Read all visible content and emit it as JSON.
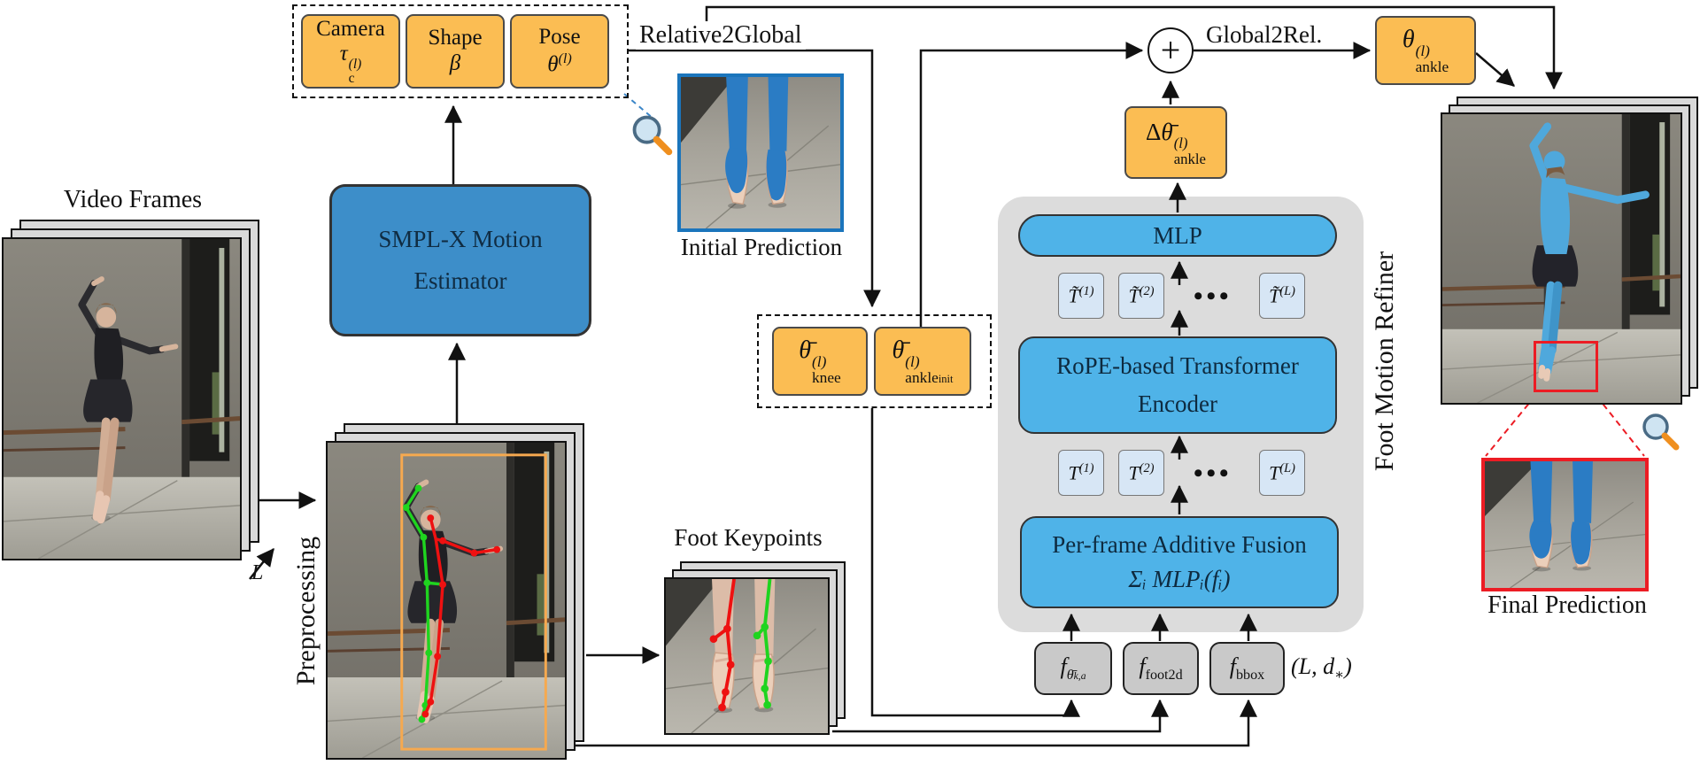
{
  "labels": {
    "video_frames": "Video Frames",
    "preprocessing": "Preprocessing",
    "foot_keypoints": "Foot Keypoints",
    "initial_prediction": "Initial Prediction",
    "final_prediction": "Final Prediction",
    "relative2global": "Relative2Global",
    "global2rel": "Global2Rel.",
    "foot_motion_refiner": "Foot Motion Refiner",
    "frame_count": "L",
    "plus": "+"
  },
  "param_box": {
    "camera": {
      "title": "Camera",
      "base": "τ",
      "sub": "c",
      "sup": "(l)"
    },
    "shape": {
      "title": "Shape",
      "base": "β"
    },
    "pose": {
      "title": "Pose",
      "base": "θ",
      "sup": "(l)"
    }
  },
  "estimator": {
    "line1": "SMPL-X Motion",
    "line2": "Estimator"
  },
  "priors": {
    "knee": {
      "base": "θ̄",
      "sup": "(l)",
      "sub": "knee"
    },
    "ankle_init": {
      "base": "θ̄",
      "sup": "(l)",
      "sub": "ankle",
      "subsub": "init"
    }
  },
  "refiner": {
    "mlp": "MLP",
    "rope_line1": "RoPE-based Transformer",
    "rope_line2": "Encoder",
    "fusion_line1": "Per-frame Additive Fusion",
    "fusion_formula": "Σᵢ MLPᵢ(fᵢ)",
    "dots": "•••",
    "t_tilde": [
      {
        "base": "T̃",
        "sup": "(1)"
      },
      {
        "base": "T̃",
        "sup": "(2)"
      },
      {
        "base": "T̃",
        "sup": "(L)"
      }
    ],
    "t": [
      {
        "base": "T",
        "sup": "(1)"
      },
      {
        "base": "T",
        "sup": "(2)"
      },
      {
        "base": "T",
        "sup": "(L)"
      }
    ]
  },
  "delta_ankle": {
    "pre": "Δ",
    "base": "θ̄",
    "sup": "(l)",
    "sub": "ankle"
  },
  "theta_ankle": {
    "base": "θ",
    "sup": "(l)",
    "sub": "ankle"
  },
  "features": {
    "f_theta": {
      "base": "f",
      "sub": "θ̄",
      "subsub": "k,a"
    },
    "f_foot2d": {
      "base": "f",
      "sub": "foot2d"
    },
    "f_bbox": {
      "base": "f",
      "sub": "bbox"
    },
    "dims": {
      "pre": "(L, d",
      "sub": "∗",
      "post": ")"
    }
  },
  "colors": {
    "orange": "#FBBD53",
    "blue_dark": "#3D8EC9",
    "blue_light": "#4FB3E8",
    "t_box": "#D7E6F5",
    "panel": "#DCDCDC",
    "f_box": "#C9C9C9",
    "red": "#EC1C24",
    "init_blue": "#1B75BC",
    "bbox_orange": "#F6A94F",
    "kp_green": "#1FD41F",
    "kp_red": "#EE1111",
    "mesh_blue": "#4FA8DC"
  }
}
